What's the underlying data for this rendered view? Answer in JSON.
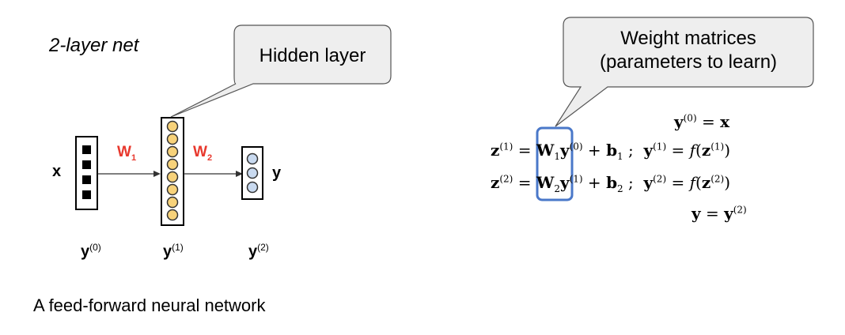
{
  "title": "2-layer net",
  "caption": "A feed-forward neural network",
  "input_label": "x",
  "output_label": "y",
  "weights": [
    {
      "name": "W",
      "index": "1"
    },
    {
      "name": "W",
      "index": "2"
    }
  ],
  "layer_labels": [
    {
      "name": "y",
      "sup": "(0)"
    },
    {
      "name": "y",
      "sup": "(1)"
    },
    {
      "name": "y",
      "sup": "(2)"
    }
  ],
  "callout_hidden": "Hidden layer",
  "callout_weights": [
    "Weight matrices",
    "(parameters to learn)"
  ],
  "colors": {
    "weight_label": "#e8382d",
    "hidden_neuron": "#f7d27a",
    "output_neuron": "#c9daf0",
    "highlight_box": "#4a78c9",
    "callout_fill": "#eeeeee"
  },
  "equations": [
    "y(0) = x",
    "z(1) = W1 y(0) + b1 ;  y(1) = f(z(1))",
    "z(2) = W2 y(1) + b2 ;  y(2) = f(z(2))",
    "y = y(2)"
  ]
}
